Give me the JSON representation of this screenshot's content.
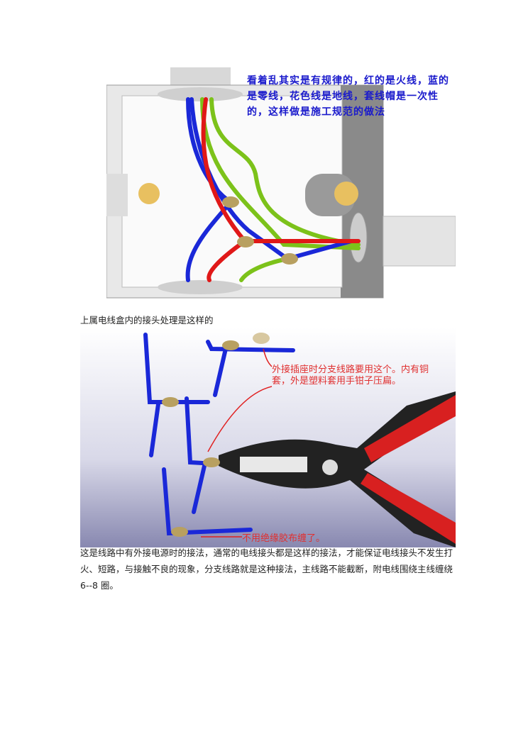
{
  "figure1": {
    "annotation": "看着乱其实是有规律的，红的是火线，蓝的是零线，花色线是地线，套线帽是一次性的，这样做是施工规范的做法",
    "colors": {
      "live": "#e01818",
      "neutral": "#1a28d8",
      "ground": "#7cc21a"
    }
  },
  "caption1": "上属电线盒内的接头处理是这样的",
  "figure2": {
    "annotation_connector": "外接插座时分支线路要用这个。内有铜套，外是塑料套用手钳子压扁。",
    "annotation_no_tape": "不用绝缘胶布缠了。"
  },
  "paragraph": "这是线路中有外接电源时的接法，通常的电线接头都是这样的接法，才能保证电线接头不发生打火、短路，与接触不良的现象，分支线路就是这种接法，主线路不能截断，附电线围绕主线缠绕 6--8 圈。"
}
